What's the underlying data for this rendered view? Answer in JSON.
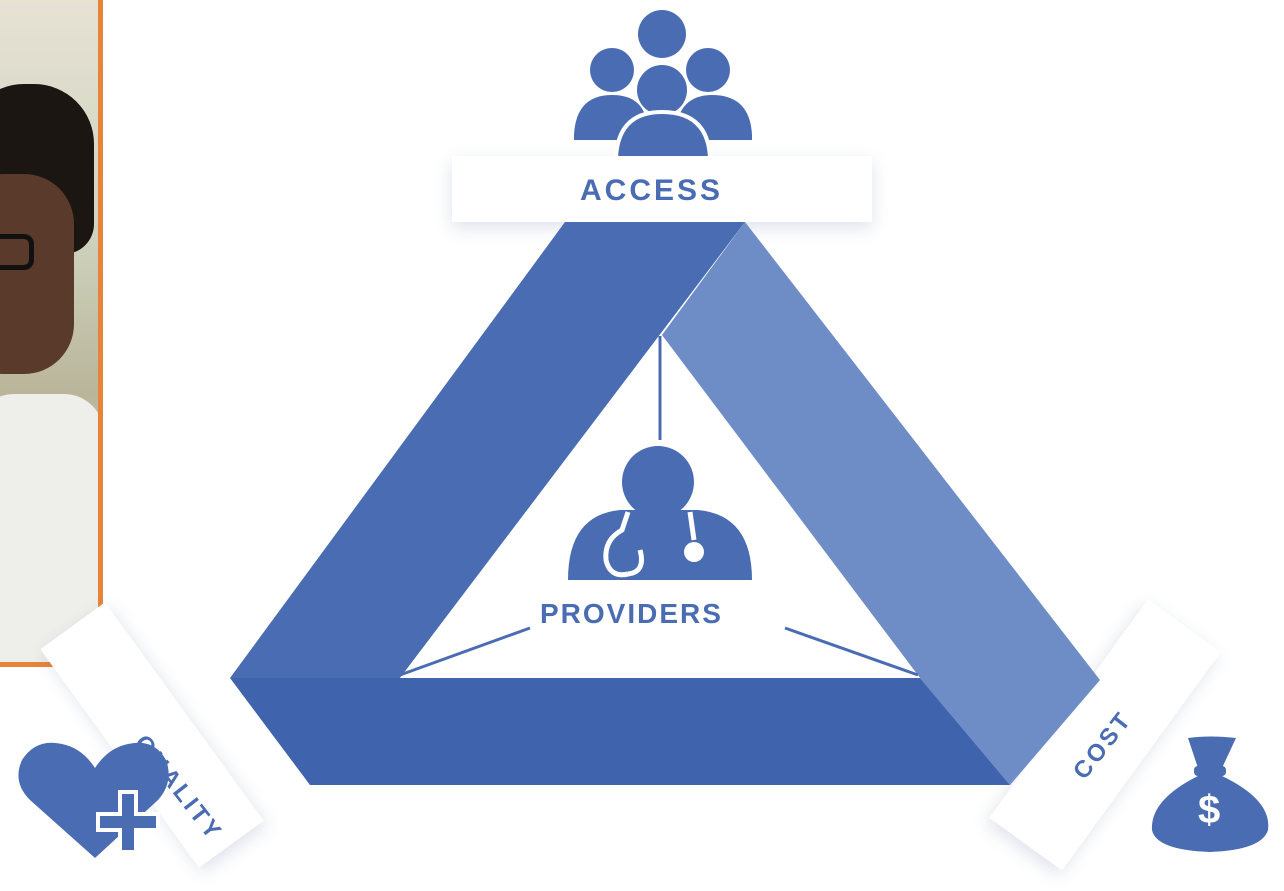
{
  "labels": {
    "top": "ACCESS",
    "center": "PROVIDERS",
    "left": "QUALITY",
    "right": "COST"
  },
  "icons": {
    "top": "group-people-icon",
    "center": "doctor-stethoscope-icon",
    "left": "heart-plus-icon",
    "right": "money-bag-icon"
  },
  "money_symbol": "$",
  "colors": {
    "primary": "#4a6cb3",
    "light": "#6e8cc6",
    "dark": "#3f63ad",
    "accent_frame": "#e8843a"
  }
}
